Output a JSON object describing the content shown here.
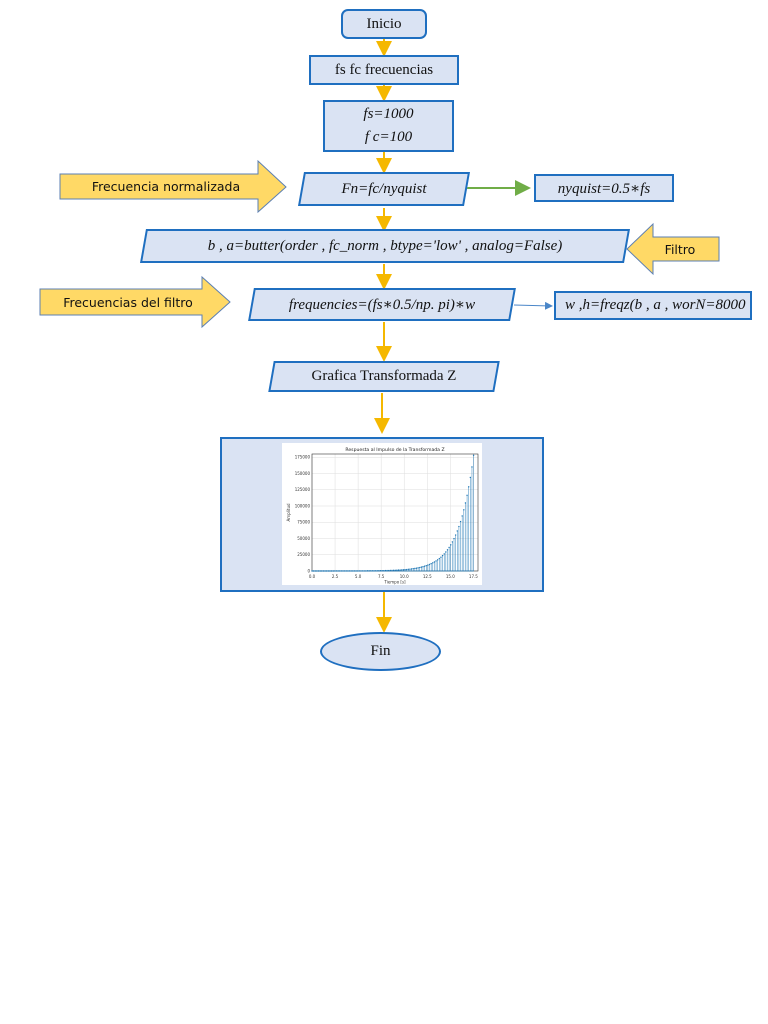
{
  "flowchart": {
    "start": "Inicio",
    "inputs": "fs fc frecuencias",
    "assign_fs": "fs=1000",
    "assign_fc": "f c=100",
    "normalize": "Fn=fc/nyquist",
    "nyquist": "nyquist=0.5∗fs",
    "butter": "b , a=butter(order , fc_norm , btype='low' , analog=False)",
    "frequencies": "frequencies=(fs∗0.5/np. pi)∗w",
    "freqz": "w ,h=freqz(b , a , worN=8000",
    "graph_step": "Grafica Transformada Z",
    "end": "Fin"
  },
  "callouts": {
    "normalized": "Frecuencia normalizada",
    "filter": "Filtro",
    "filter_freqs": "Frecuencias del filtro"
  },
  "colors": {
    "node_fill": "#dae3f3",
    "node_border": "#1f6fc0",
    "flow_arrow": "#f5b800",
    "callout_fill": "#ffd966",
    "green_arrow": "#70ad47",
    "stem": "#1f77b4"
  },
  "chart_data": {
    "type": "stem",
    "title": "Respuesta al Impulso de la Transformada Z",
    "xlabel": "Tiempo [s]",
    "ylabel": "Amplitud",
    "xlim": [
      0,
      18
    ],
    "ylim": [
      0,
      180000
    ],
    "xticks": [
      "0.0",
      "2.5",
      "5.0",
      "7.5",
      "10.0",
      "12.5",
      "15.0",
      "17.5"
    ],
    "yticks": [
      "0",
      "25000",
      "50000",
      "75000",
      "100000",
      "125000",
      "150000",
      "175000"
    ],
    "grid": true,
    "growth_rate": 0.6,
    "n_points": 100,
    "step": 0.177
  }
}
